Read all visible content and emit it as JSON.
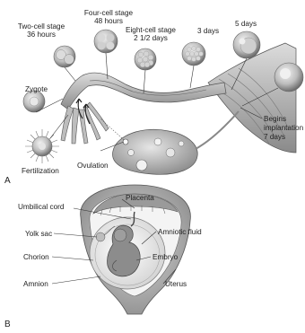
{
  "panel_a": {
    "letter": "A",
    "stages": {
      "two_cell": {
        "line1": "Two-cell stage",
        "line2": "36 hours"
      },
      "four_cell": {
        "line1": "Four-cell stage",
        "line2": "48 hours"
      },
      "eight_cell": {
        "line1": "Eight-cell stage",
        "line2": "2 1/2 days"
      },
      "three_days": "3 days",
      "five_days": "5 days",
      "zygote": "Zygote",
      "fertilization": "Fertilization",
      "ovulation": "Ovulation",
      "implantation": {
        "line1": "Begins",
        "line2": "implantation",
        "line3": "7 days"
      }
    }
  },
  "panel_b": {
    "letter": "B",
    "labels": {
      "umbilical_cord": "Umbilical cord",
      "placenta": "Placenta",
      "yolk_sac": "Yolk sac",
      "amniotic_fluid": "Amniotic fluid",
      "chorion": "Chorion",
      "embryo": "Embryo",
      "amnion": "Amnion",
      "uterus": "Uterus"
    }
  }
}
